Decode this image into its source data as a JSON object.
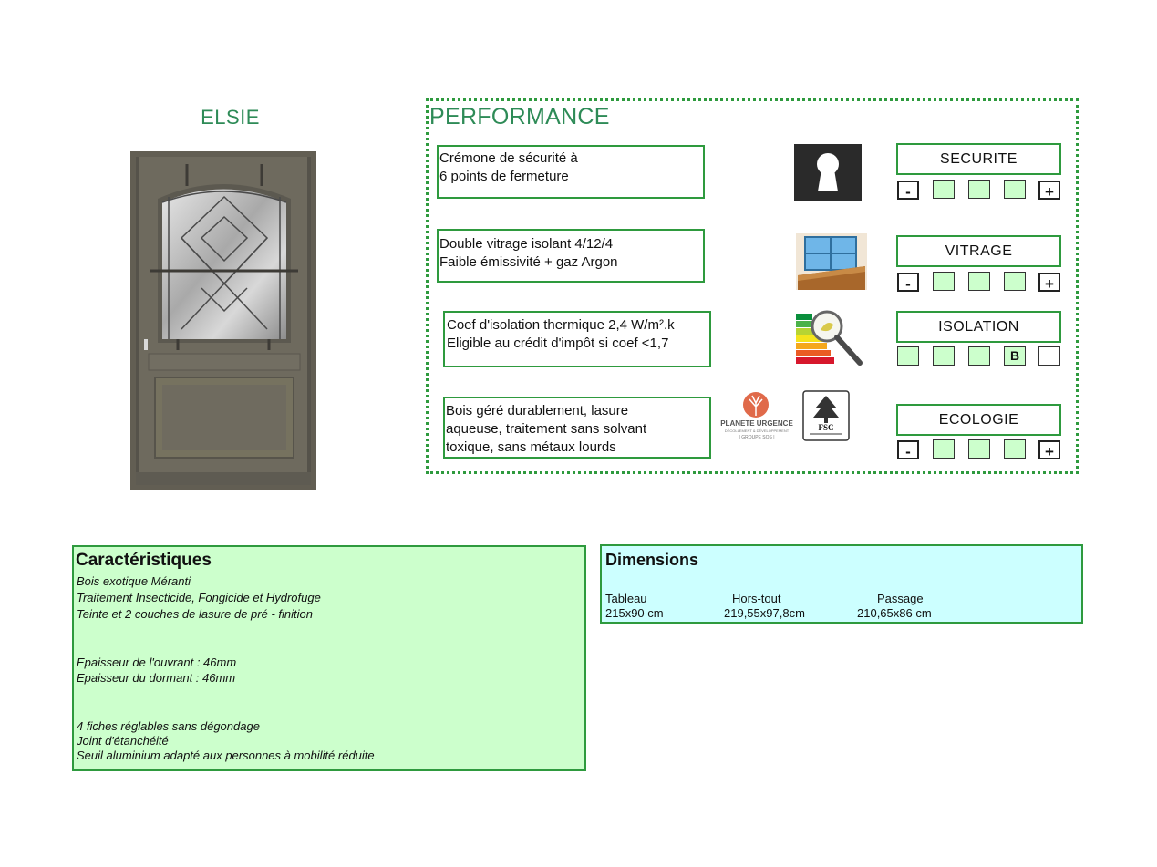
{
  "product": {
    "name": "ELSIE"
  },
  "performance": {
    "title": "PERFORMANCE",
    "rows": [
      {
        "key": "securite",
        "label": "SECURITE",
        "description": "Crémone de sécurité à\n6 points de fermeture",
        "icon": "keyhole-icon",
        "scale": [
          "-",
          "",
          "",
          "",
          "+"
        ]
      },
      {
        "key": "vitrage",
        "label": "VITRAGE",
        "description": "Double vitrage isolant 4/12/4\nFaible émissivité + gaz Argon",
        "icon": "window-icon",
        "scale": [
          "-",
          "",
          "",
          "",
          "+"
        ]
      },
      {
        "key": "isolation",
        "label": "ISOLATION",
        "description": "Coef d'isolation thermique 2,4 W/m².k\nEligible au crédit d'impôt si coef <1,7",
        "icon": "energy-label-icon",
        "scale": [
          "",
          "",
          "",
          "B",
          ""
        ]
      },
      {
        "key": "ecologie",
        "label": "ECOLOGIE",
        "description": "Bois géré durablement, lasure\naqueuse, traitement sans solvant\ntoxique, sans métaux lourds",
        "icon": "planete-urgence-logo",
        "scale": [
          "-",
          "",
          "",
          "",
          "+"
        ]
      }
    ],
    "logos": {
      "planete_name": "PLANETE URGENCE",
      "planete_tagline": "DÉCOLLEMENT & DÉVELOPPEMENT",
      "planete_group": "| GROUPE SOS |",
      "fsc_name": "FSC"
    }
  },
  "characteristics": {
    "title": "Caractéristiques",
    "lines": [
      "Bois exotique Méranti",
      "Traitement Insecticide, Fongicide et Hydrofuge",
      "Teinte et 2 couches de lasure de pré - finition",
      "Epaisseur de l'ouvrant : 46mm",
      "Epaisseur du dormant : 46mm",
      "4 fiches réglables sans dégondage",
      "Joint d'étanchéité",
      "Seuil aluminium adapté aux personnes à mobilité réduite"
    ]
  },
  "dimensions": {
    "title": "Dimensions",
    "columns": [
      {
        "header": "Tableau",
        "value": "215x90 cm"
      },
      {
        "header": "Hors-tout",
        "value": "219,55x97,8cm"
      },
      {
        "header": "Passage",
        "value": "210,65x86 cm"
      }
    ]
  },
  "colors": {
    "accent_green": "#2e8b57",
    "border_green": "#2e9a3e",
    "panel_green": "#ccffcc",
    "panel_cyan": "#ccffff",
    "door_taupe": "#6e6a5e"
  }
}
